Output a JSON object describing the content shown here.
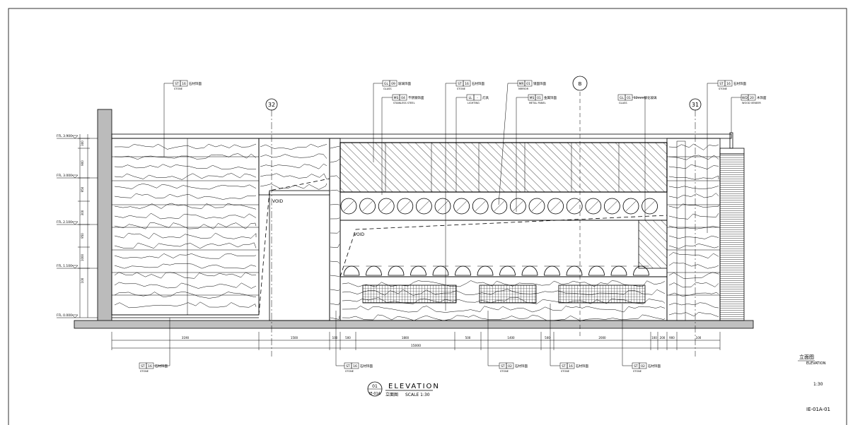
{
  "title_block": {
    "title": "立面图",
    "title_en": "ELEVATION",
    "scale": "1:30",
    "drawing_no": "IE-01A-01"
  },
  "elevation_label": {
    "number": "01",
    "sheet": "IE-01A",
    "title_en": "ELEVATION",
    "title_cn": "立面图",
    "scale_text": "SCALE   1:30"
  },
  "grid_bubbles": [
    {
      "id": "grid-32",
      "label": "32"
    },
    {
      "id": "grid-31",
      "label": "31"
    },
    {
      "id": "grid-center",
      "label": "B"
    }
  ],
  "level_marks": [
    {
      "label": "FFL 3.900"
    },
    {
      "label": "FFL 3.000"
    },
    {
      "label": "FFL 2.100"
    },
    {
      "label": "FFL 1.100"
    },
    {
      "label": "FFL 0.000"
    }
  ],
  "vertical_dims": [
    "300",
    "900",
    "950",
    "300",
    "950",
    "1000",
    "100"
  ],
  "void_labels": [
    "VOID",
    "VOID"
  ],
  "dimensions_bottom": [
    "3190",
    "1500",
    "100",
    "500",
    "1800",
    "500",
    "1400",
    "500",
    "2000",
    "100",
    "200",
    "900",
    "100"
  ],
  "dimension_total": "15000",
  "callouts_top": [
    {
      "code": "ST",
      "num": "16",
      "desc": "石材饰面",
      "sub": "STONE"
    },
    {
      "code": "GL",
      "num": "09",
      "desc": "玻璃饰面",
      "sub": "GLASS"
    },
    {
      "code": "MS",
      "num": "04",
      "desc": "不锈钢饰面",
      "sub": "STAINLESS STEEL"
    },
    {
      "code": "ST",
      "num": "16",
      "desc": "石材饰面",
      "sub": "STONE"
    },
    {
      "code": "LL",
      "num": "-",
      "desc": "灯具",
      "sub": "LIGHTING"
    },
    {
      "code": "MR",
      "num": "01",
      "desc": "镜面饰面",
      "sub": "MIRROR"
    },
    {
      "code": "MS",
      "num": "01",
      "desc": "金属饰面",
      "sub": "METAL PANEL"
    },
    {
      "code": "GL",
      "num": "01",
      "desc": "12mm钢化玻璃",
      "sub": "GLASS"
    },
    {
      "code": "ST",
      "num": "16",
      "desc": "石材饰面",
      "sub": "STONE"
    },
    {
      "code": "WD",
      "num": "20",
      "desc": "木饰面",
      "sub": "WOOD VENEER"
    }
  ],
  "callouts_bottom": [
    {
      "code": "ST",
      "num": "16",
      "desc": "石材饰面",
      "sub": "STONE"
    },
    {
      "code": "ST",
      "num": "16",
      "desc": "石材饰面",
      "sub": "STONE"
    },
    {
      "code": "ST",
      "num": "02",
      "desc": "石材饰面",
      "sub": "STONE"
    },
    {
      "code": "ST",
      "num": "16",
      "desc": "石材饰面",
      "sub": "STONE"
    },
    {
      "code": "ST",
      "num": "02",
      "desc": "石材饰面",
      "sub": "STONE"
    }
  ]
}
